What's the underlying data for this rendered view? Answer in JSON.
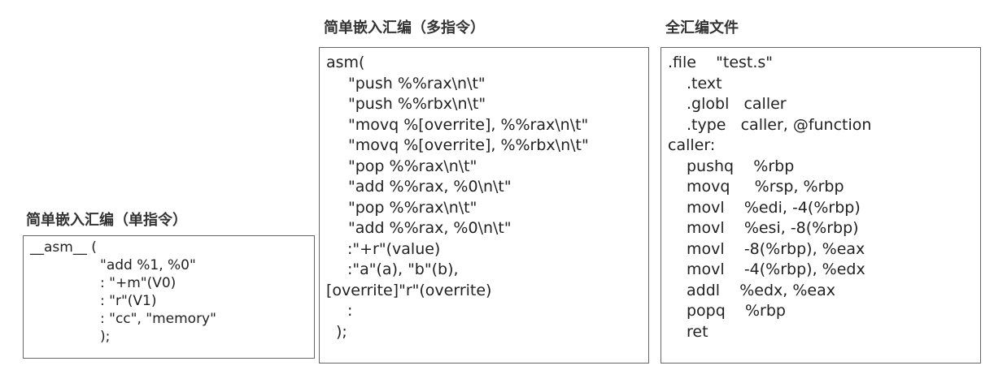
{
  "single": {
    "title": "简单嵌入汇编（单指令）",
    "lines": [
      "__asm__ (",
      "\"add %1, %0\"",
      ": \"+m\"(V0)",
      ": \"r\"(V1)",
      ": \"cc\", \"memory\"",
      ");"
    ]
  },
  "multi": {
    "title": "简单嵌入汇编（多指令）",
    "lines": [
      "asm(",
      "\"push %%rax\\n\\t\"",
      "\"push %%rbx\\n\\t\"",
      "\"movq %[overrite], %%rax\\n\\t\"",
      "\"movq %[overrite], %%rbx\\n\\t\"",
      "\"pop %%rax\\n\\t\"",
      "\"add %%rax, %0\\n\\t\"",
      "\"pop %%rax\\n\\t\"",
      "\"add %%rax, %0\\n\\t\"",
      ":\"+r\"(value)",
      ":\"a\"(a), \"b\"(b),",
      "[overrite]\"r\"(overrite)",
      ":",
      ");"
    ]
  },
  "full": {
    "title": "全汇编文件",
    "lines": [
      ".file    \"test.s\"",
      ".text",
      ".globl   caller",
      ".type   caller, @function",
      "caller:",
      "pushq    %rbp",
      "movq     %rsp, %rbp",
      "movl    %edi, -4(%rbp)",
      "movl    %esi, -8(%rbp)",
      "movl    -8(%rbp), %eax",
      "movl    -4(%rbp), %edx",
      "addl    %edx, %eax",
      "popq    %rbp",
      "ret"
    ]
  }
}
